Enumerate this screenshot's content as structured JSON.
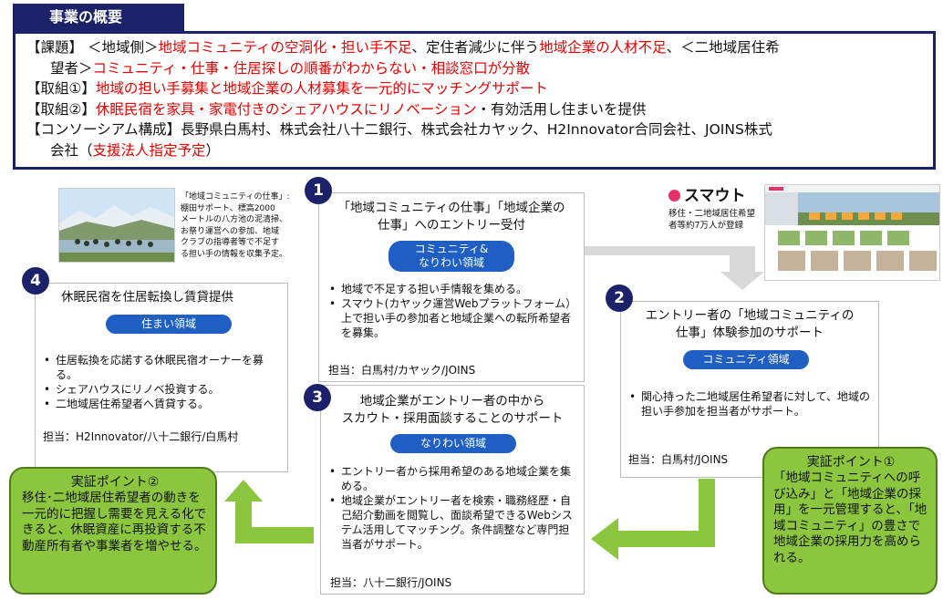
{
  "summary": {
    "title": "事業の概要",
    "issue_label": "【課題】",
    "issue_region": "＜地域側＞",
    "issue_red1": "地域コミュニティの空洞化・担い手不足",
    "issue_mid": "、定住者減少に伴う",
    "issue_red2": "地域企業の人材不足",
    "issue_after": "、＜二地域居住希",
    "issue_line2_pre": "望者＞",
    "issue_red3": "コミュニティ・仕事・住居探しの順番がわからない・相談窓口が分散",
    "effort1_label": "【取組①】",
    "effort1_red": "地域の担い手募集と地域企業の人材募集を一元的にマッチングサポート",
    "effort2_label": "【取組②】",
    "effort2_red": "休眠民宿を家具・家電付きのシェアハウスにリノベーション",
    "effort2_after": "・有効活用し住まいを提供",
    "consortium_label": "【コンソーシアム構成】",
    "consortium_text": "長野県白馬村、株式会社八十二銀行、株式会社カヤック、H2Innovator合同会社、JOINS株式",
    "consortium_line2_pre": "会社（",
    "consortium_red": "支援法人指定予定",
    "consortium_line2_post": "）"
  },
  "photo_caption": [
    "「地域コミュニティの仕事」:",
    "棚田サポート、標高2000",
    "メートルの八方池の泥清掃、",
    "お祭り運営への参加、地域",
    "クラブの指導者等で不足す",
    "る担い手の情報を収集予定。"
  ],
  "smout": {
    "logo": "スマウト",
    "caption_line1": "移住・二地域居住希望",
    "caption_line2": "者等約7万人が登録"
  },
  "steps": [
    {
      "number": "1",
      "title_line1": "「地域コミュニティの仕事」「地域企業の",
      "title_line2": "仕事」へのエントリー受付",
      "pill_line1": "コミュニティ&",
      "pill_line2": "なりわい領域",
      "bullets": [
        "地域で不足する担い手情報を集める。",
        "スマウト(カヤック運営Webプラットフォーム）上で担い手の参加者と地域企業への転所希望者を募集。"
      ],
      "owner": "担当：白馬村/カヤック/JOINS"
    },
    {
      "number": "2",
      "title_line1": "エントリー者の「地域コミュニティの",
      "title_line2": "仕事」体験参加のサポート",
      "pill": "コミュニティ領域",
      "bullets": [
        "関心持った二地域居住希望者に対して、地域の担い手参加を担当者がサポート。"
      ],
      "owner": "担当：白馬村/JOINS"
    },
    {
      "number": "3",
      "title_line1": "地域企業がエントリー者の中から",
      "title_line2": "スカウト・採用面談することのサポート",
      "pill": "なりわい領域",
      "bullets": [
        "エントリー者から採用希望のある地域企業を集める。",
        "地域企業がエントリー者を検索・職務経歴・自己紹介動画を閲覧し、面談希望できるWebシステム活用してマッチング。条件調整など専門担当者がサポート。"
      ],
      "owner": "担当：八十二銀行/JOINS"
    },
    {
      "number": "4",
      "title": "休眠民宿を住居転換し賃貸提供",
      "pill": "住まい領域",
      "bullets": [
        "住居転換を応諾する休眠民宿オーナーを募る。",
        "シェアハウスにリノベ投資する。",
        "二地域居住希望者へ賃貸する。"
      ],
      "owner": "担当：H2Innovator/八十二銀行/白馬村"
    }
  ],
  "callouts": {
    "point1": {
      "title": "実証ポイント①",
      "body": "「地域コミュニティへの呼び込み」と「地域企業の採用」を一元管理すると、「地域コミュニティ」の豊さで地域企業の採用力を高められる。"
    },
    "point2": {
      "title": "実証ポイント②",
      "body": "移住･二地域居住希望者の動きを一元的に把握し需要を見える化できると、休眠資産に再投資する不動産所有者や事業者を増やせる。"
    }
  },
  "colors": {
    "navy": "#1b2269",
    "red": "#e60000",
    "pill_blue": "#1f5fc3",
    "green_arrow": "#8cc63f",
    "grey_arrow": "#d9d9d9",
    "smout_pink": "#e5336a"
  }
}
